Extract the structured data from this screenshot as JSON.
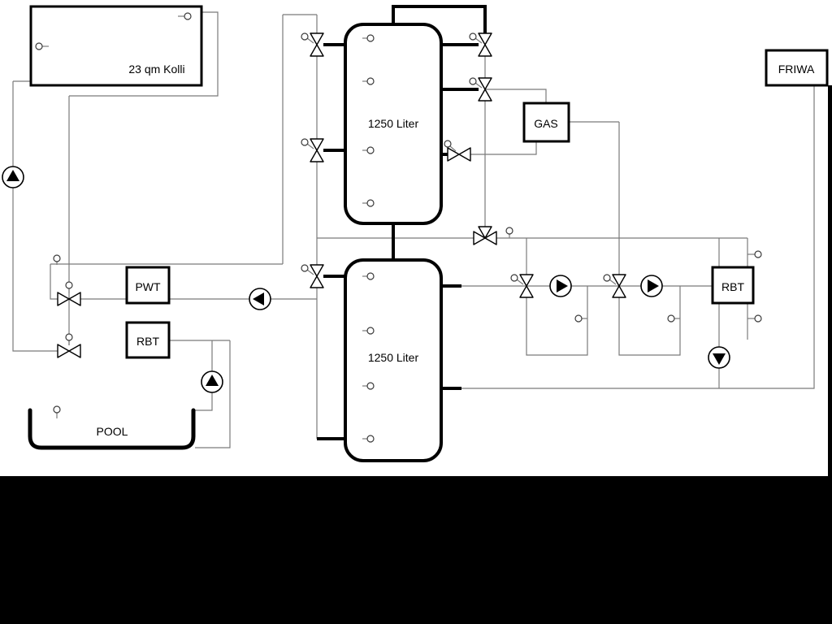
{
  "labels": {
    "collector": "23 qm Kolli",
    "tank_top": "1250 Liter",
    "tank_bottom": "1250 Liter",
    "gas": "GAS",
    "friwa": "FRIWA",
    "pwt": "PWT",
    "rbt_pool": "RBT",
    "rbt_right": "RBT",
    "pool": "POOL"
  },
  "colors": {
    "background": "#ffffff",
    "pipe_gray": "#7a7a7a",
    "line_black": "#000000",
    "bottom_panel": "#000000"
  }
}
